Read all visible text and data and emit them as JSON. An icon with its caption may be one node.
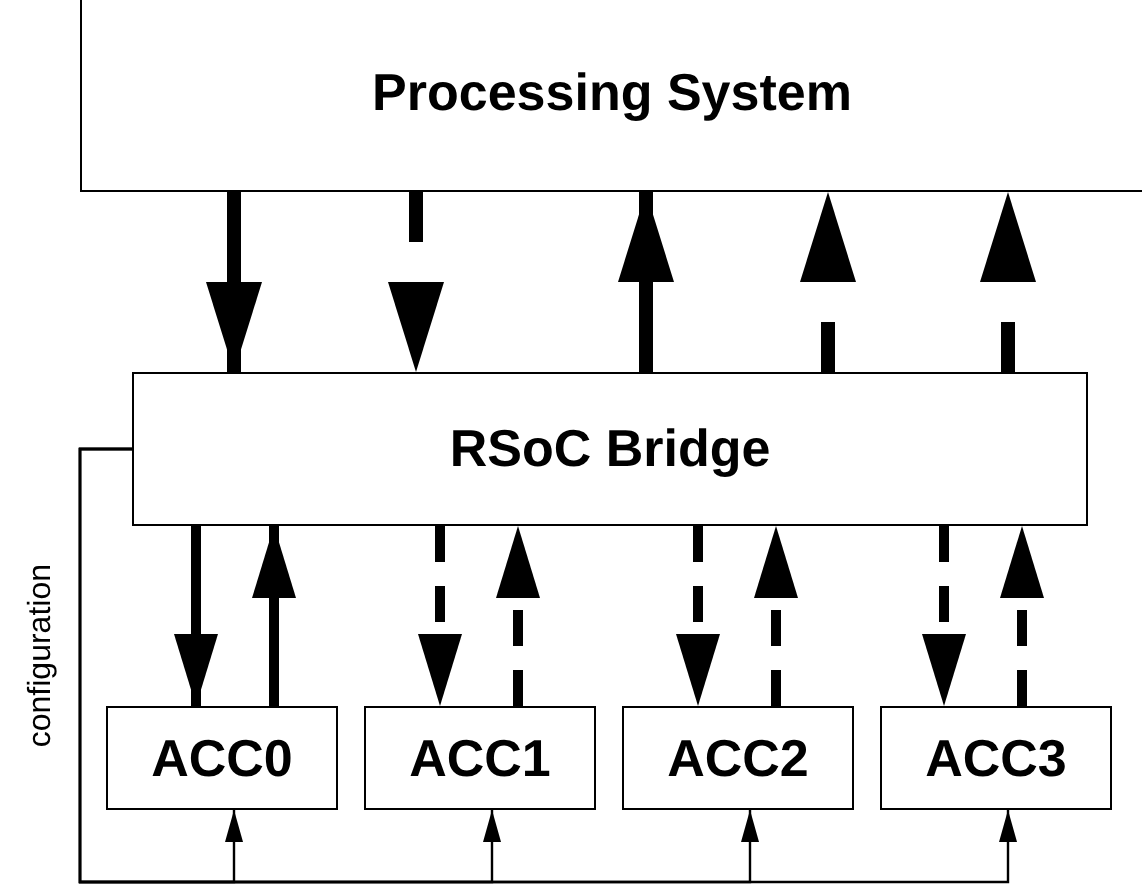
{
  "diagram": {
    "nodes": [
      {
        "text": [
          "Processing System"
        ]
      },
      {
        "text": [
          "RSoC Bridge"
        ]
      },
      {
        "text": [
          "ACC0"
        ]
      },
      {
        "text": [
          "ACC1"
        ]
      },
      {
        "text": [
          "ACC2"
        ]
      },
      {
        "text": [
          "ACC3"
        ]
      }
    ],
    "edges": [
      {
        "from": 0,
        "to": 1,
        "arrow": "to"
      },
      {
        "from": 0,
        "to": 1,
        "arrow": "to",
        "style": "dashed"
      },
      {
        "from": 1,
        "to": 0,
        "arrow": "to"
      },
      {
        "from": 1,
        "to": 0,
        "arrow": "to",
        "style": "dashed"
      },
      {
        "from": 1,
        "to": 0,
        "arrow": "to",
        "style": "dashed"
      },
      {
        "from": 1,
        "to": 2,
        "arrow": "to"
      },
      {
        "from": 2,
        "to": 1,
        "arrow": "to"
      },
      {
        "from": 1,
        "to": 3,
        "arrow": "to",
        "style": "dashed"
      },
      {
        "from": 3,
        "to": 1,
        "arrow": "to",
        "style": "dashed"
      },
      {
        "from": 1,
        "to": 4,
        "arrow": "to",
        "style": "dashed"
      },
      {
        "from": 4,
        "to": 1,
        "arrow": "to",
        "style": "dashed"
      },
      {
        "from": 1,
        "to": 5,
        "arrow": "to",
        "style": "dashed"
      },
      {
        "from": 5,
        "to": 1,
        "arrow": "to",
        "style": "dashed"
      },
      {
        "from": 1,
        "to": 2,
        "arrow": "to"
      },
      {
        "from": 1,
        "to": 3,
        "arrow": "to"
      },
      {
        "from": 1,
        "to": 4,
        "arrow": "to"
      },
      {
        "from": 1,
        "to": 5,
        "arrow": "to"
      }
    ],
    "labels": [
      "configuration"
    ]
  }
}
